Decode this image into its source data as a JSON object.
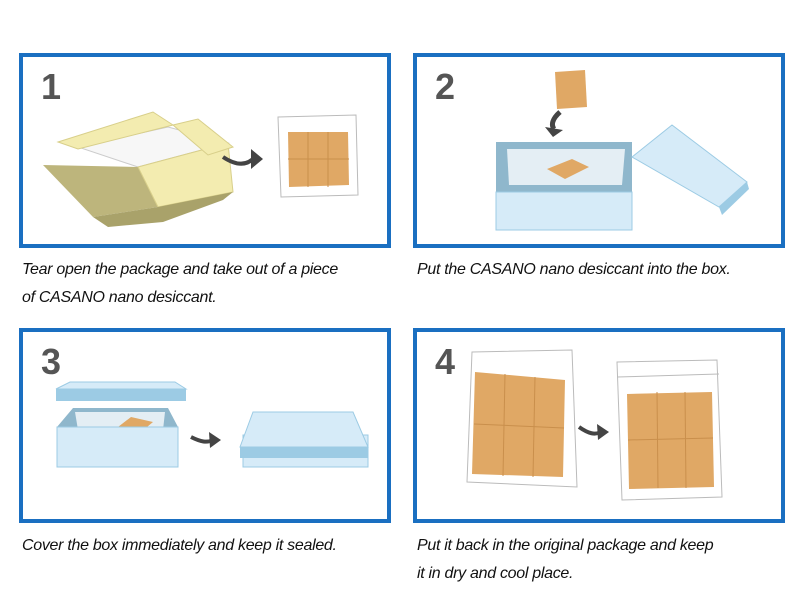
{
  "steps": [
    {
      "number": "1",
      "caption_line1": "Tear open the package and take out of a piece",
      "caption_line2": "of CASANO nano desiccant.",
      "illustration": "open-carton-to-desiccant-bag"
    },
    {
      "number": "2",
      "caption_line1": "Put the CASANO nano desiccant into the box.",
      "caption_line2": "",
      "illustration": "desiccant-into-shoebox"
    },
    {
      "number": "3",
      "caption_line1": "Cover the box immediately and keep it sealed.",
      "caption_line2": "",
      "illustration": "cover-shoebox"
    },
    {
      "number": "4",
      "caption_line1": "Put it back in the original package and keep",
      "caption_line2": "it in dry and cool place.",
      "illustration": "seal-desiccant-bag"
    }
  ],
  "colors": {
    "frame": "#1a6fc1",
    "step_number": "#555555",
    "carton_light": "#f3ecb0",
    "carton_dark": "#bdb57c",
    "box_light": "#d6ebf8",
    "box_mid": "#9ccbe4",
    "desiccant": "#e0a865",
    "desiccant_stripe": "#4a9a3a",
    "arrow": "#444444"
  }
}
